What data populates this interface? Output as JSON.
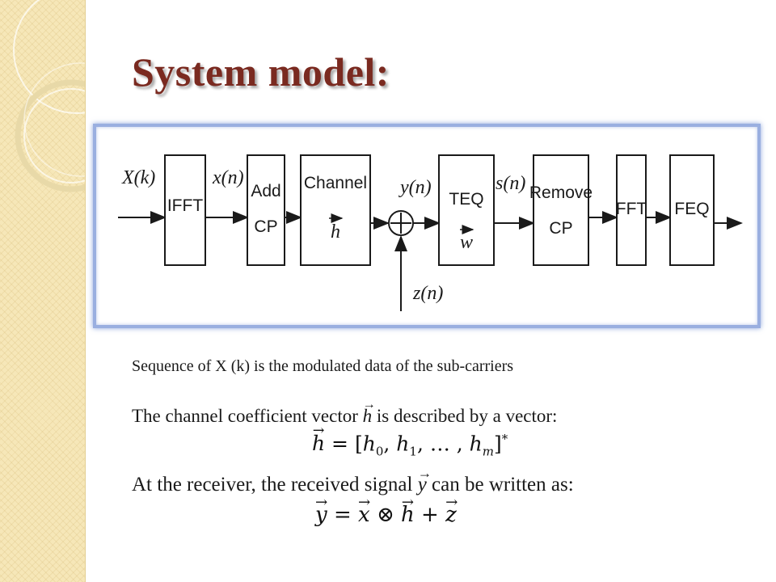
{
  "slide": {
    "title": "System model:",
    "accent_color": "#7a2a20",
    "frame_color": "#9aafe0"
  },
  "diagram": {
    "input_label": "X(k)",
    "blocks": [
      {
        "line1": "IFFT",
        "line2": ""
      },
      {
        "line1": "Add",
        "line2": "CP"
      },
      {
        "line1": "Channel",
        "line2": "h"
      },
      {
        "line1": "TEQ",
        "line2": "w"
      },
      {
        "line1": "Remove",
        "line2": "CP"
      },
      {
        "line1": "FFT",
        "line2": ""
      },
      {
        "line1": "FEQ",
        "line2": ""
      }
    ],
    "signals": {
      "x": "x(n)",
      "y": "y(n)",
      "s": "s(n)",
      "z": "z(n)"
    },
    "adder_icon": "plus-circle-icon"
  },
  "text": {
    "line1": "Sequence of X (k) is the modulated data of the sub-carriers",
    "line2_a": "The channel coefficient vector ",
    "line2_var": "h",
    "line2_b": " is described by a vector:",
    "eq1_lhs": "h",
    "eq1_eq": " = [",
    "eq1_h": "h",
    "eq1_sub0": "0",
    "eq1_sep1": ", ",
    "eq1_sub1": "1",
    "eq1_mid": ", … , ",
    "eq1_subm": "m",
    "eq1_close": "]",
    "eq1_star": "*",
    "line3_a": "At the receiver, the received signal ",
    "line3_var": "y",
    "line3_b": " can be written as:",
    "eq2_y": "y",
    "eq2_eq": " = ",
    "eq2_x": "x",
    "eq2_otimes": " ⊗  ",
    "eq2_h": "h",
    "eq2_plus": " + ",
    "eq2_z": "z"
  }
}
